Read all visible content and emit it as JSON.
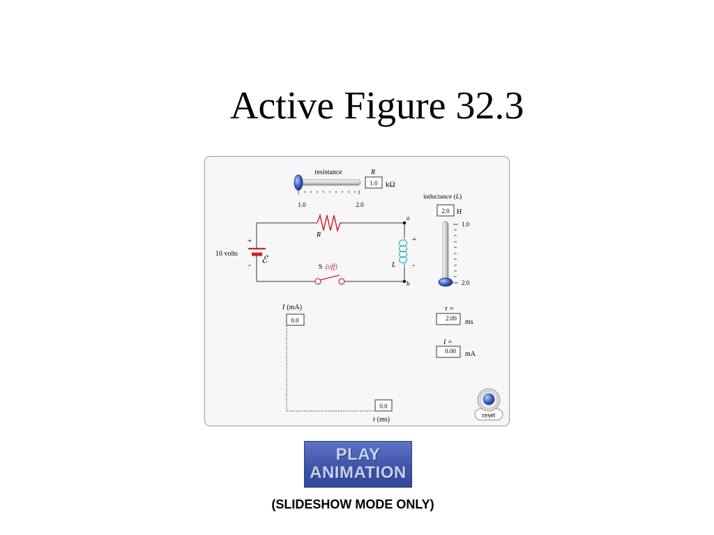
{
  "slide": {
    "title": "Active Figure 32.3",
    "play_button": {
      "line1": "PLAY",
      "line2": "ANIMATION"
    },
    "note": "(SLIDESHOW MODE ONLY)"
  },
  "sim": {
    "resistance": {
      "label": "resistance",
      "symbol": "R",
      "value": "1.0",
      "unit": "kΩ",
      "min_label": "1.0",
      "max_label": "2.0",
      "level": 0.0
    },
    "inductance": {
      "label_prefix": "inductance (",
      "symbol": "L",
      "label_suffix": ")",
      "value": "2.0",
      "unit": "H",
      "top_label": "1.0",
      "bottom_label": "2.0",
      "level": 1.0
    },
    "circuit": {
      "emf_label": "10 volts",
      "emf_symbol": "ℰ",
      "plus": "+",
      "minus": "-",
      "resistor_label": "R",
      "inductor_label": "L",
      "node_a": "a",
      "node_b": "b",
      "switch_label": "S",
      "switch_state": "(off)"
    },
    "graph": {
      "ylabel_symbol": "I",
      "ylabel_unit": "(mA)",
      "y_value": "0.0",
      "x_value": "0.0",
      "xlabel_symbol": "t",
      "xlabel_unit": "(ms)"
    },
    "readouts": {
      "tau_label": "τ =",
      "tau_value": "2.00",
      "tau_unit": "ms",
      "i_label": "I =",
      "i_value": "0.00",
      "i_unit": "mA"
    },
    "reset_label": "reset"
  },
  "colors": {
    "accent": "#d2232a",
    "inductor": "#2ab3c6",
    "knob": "#3a5fc8",
    "play_bg": "#3f55aa"
  }
}
